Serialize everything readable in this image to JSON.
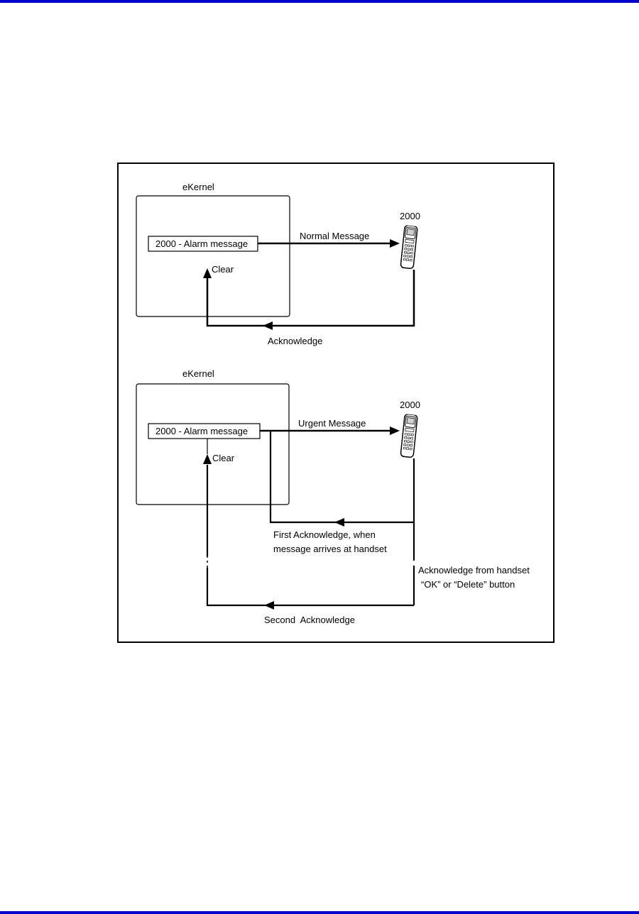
{
  "page": {
    "rule_color": "#0000cc"
  },
  "top_flow": {
    "system_label": "eKernel",
    "alarm_box": "2000 - Alarm message",
    "clear_label": "Clear",
    "handset_label": "2000",
    "message_label": "Normal Message",
    "ack_label": "Acknowledge"
  },
  "bottom_flow": {
    "system_label": "eKernel",
    "alarm_box": "2000 - Alarm message",
    "clear_label": "Clear",
    "handset_label": "2000",
    "message_label": "Urgent Message",
    "first_ack_line1": "First Acknowledge, when",
    "first_ack_line2": "message arrives at handset",
    "handset_ack_line1": "Acknowledge from handset",
    "handset_ack_line2": "“OK” or “Delete” button",
    "second_ack_label": "Second  Acknowledge"
  }
}
